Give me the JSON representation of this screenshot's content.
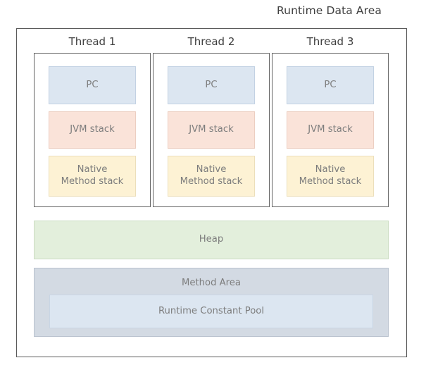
{
  "diagram": {
    "title": "Runtime Data Area",
    "type": "block-diagram",
    "colors": {
      "frame_border": "#595959",
      "thread_border": "#636363",
      "pc_fill": "#dce6f1",
      "jvm_stack_fill": "#fae3d9",
      "native_method_stack_fill": "#fdf2d4",
      "heap_fill": "#e3efdc",
      "method_area_fill": "#d3dae3",
      "runtime_constant_pool_fill": "#dce6f1",
      "label_text": "#7d7d7d",
      "heading_text": "#3f3f3f"
    }
  },
  "threads": [
    {
      "label": "Thread 1",
      "pc": "PC",
      "jvm_stack": "JVM stack",
      "native_method_stack": "Native\nMethod stack"
    },
    {
      "label": "Thread 2",
      "pc": "PC",
      "jvm_stack": "JVM stack",
      "native_method_stack": "Native\nMethod stack"
    },
    {
      "label": "Thread 3",
      "pc": "PC",
      "jvm_stack": "JVM stack",
      "native_method_stack": "Native\nMethod stack"
    }
  ],
  "shared": {
    "heap": "Heap",
    "method_area": "Method Area",
    "runtime_constant_pool": "Runtime Constant Pool"
  }
}
